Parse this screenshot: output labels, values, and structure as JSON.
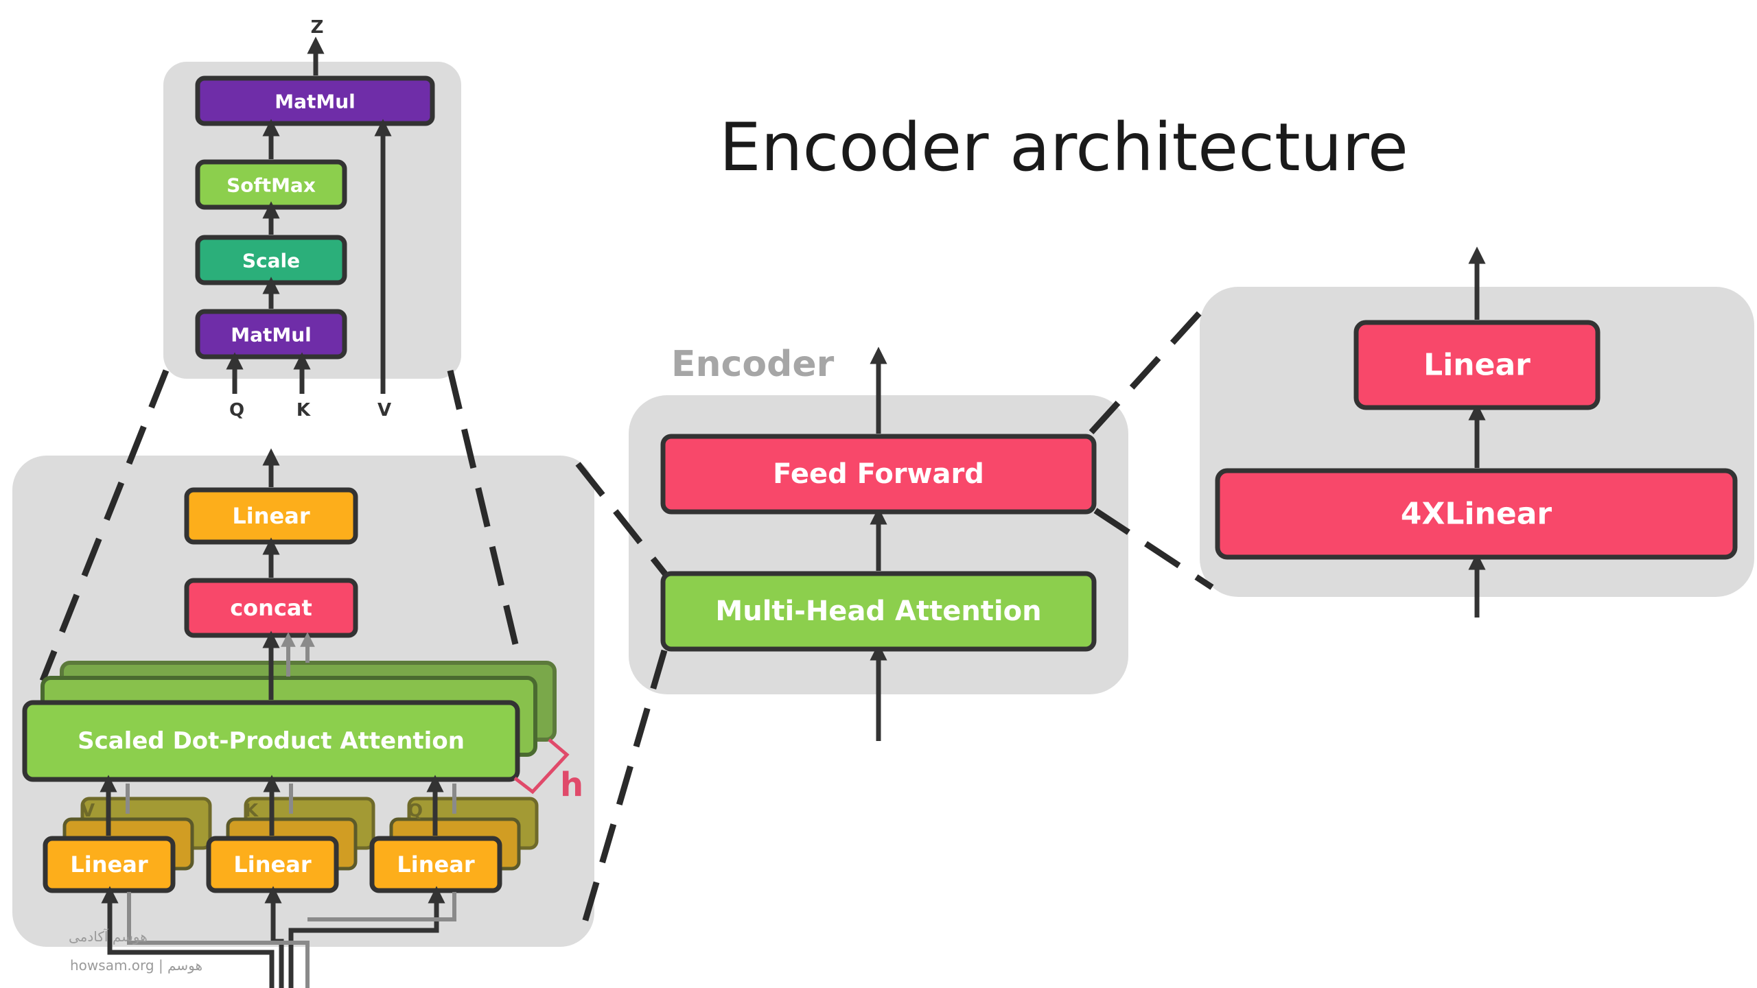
{
  "title": "Encoder architecture",
  "encoder_label": "Encoder",
  "attention_detail": {
    "matmul_top": "MatMul",
    "softmax": "SoftMax",
    "scale": "Scale",
    "matmul_bottom": "MatMul",
    "output": "Z",
    "inputs": [
      "Q",
      "K",
      "V"
    ]
  },
  "multihead_detail": {
    "linear_top": "Linear",
    "concat": "concat",
    "sdpa": "Scaled Dot-Product Attention",
    "heads_label": "h",
    "linears": [
      "Linear",
      "Linear",
      "Linear"
    ],
    "proj_labels": [
      "V",
      "K",
      "Q"
    ]
  },
  "encoder_block": {
    "feed_forward": "Feed Forward",
    "multi_head_attention": "Multi-Head Attention"
  },
  "ffn_detail": {
    "linear": "Linear",
    "linear_4x": "4XLinear"
  },
  "watermark": {
    "line1": "هوسم آکادمی",
    "line2": "howsam.org | هوسم"
  },
  "colors": {
    "purple": "#6f2da8",
    "green_light": "#8ccf4d",
    "teal": "#2baf7a",
    "orange": "#fdae1b",
    "pink": "#f8486a",
    "olive": "#a39a34",
    "panel": "#dcdcdc"
  }
}
